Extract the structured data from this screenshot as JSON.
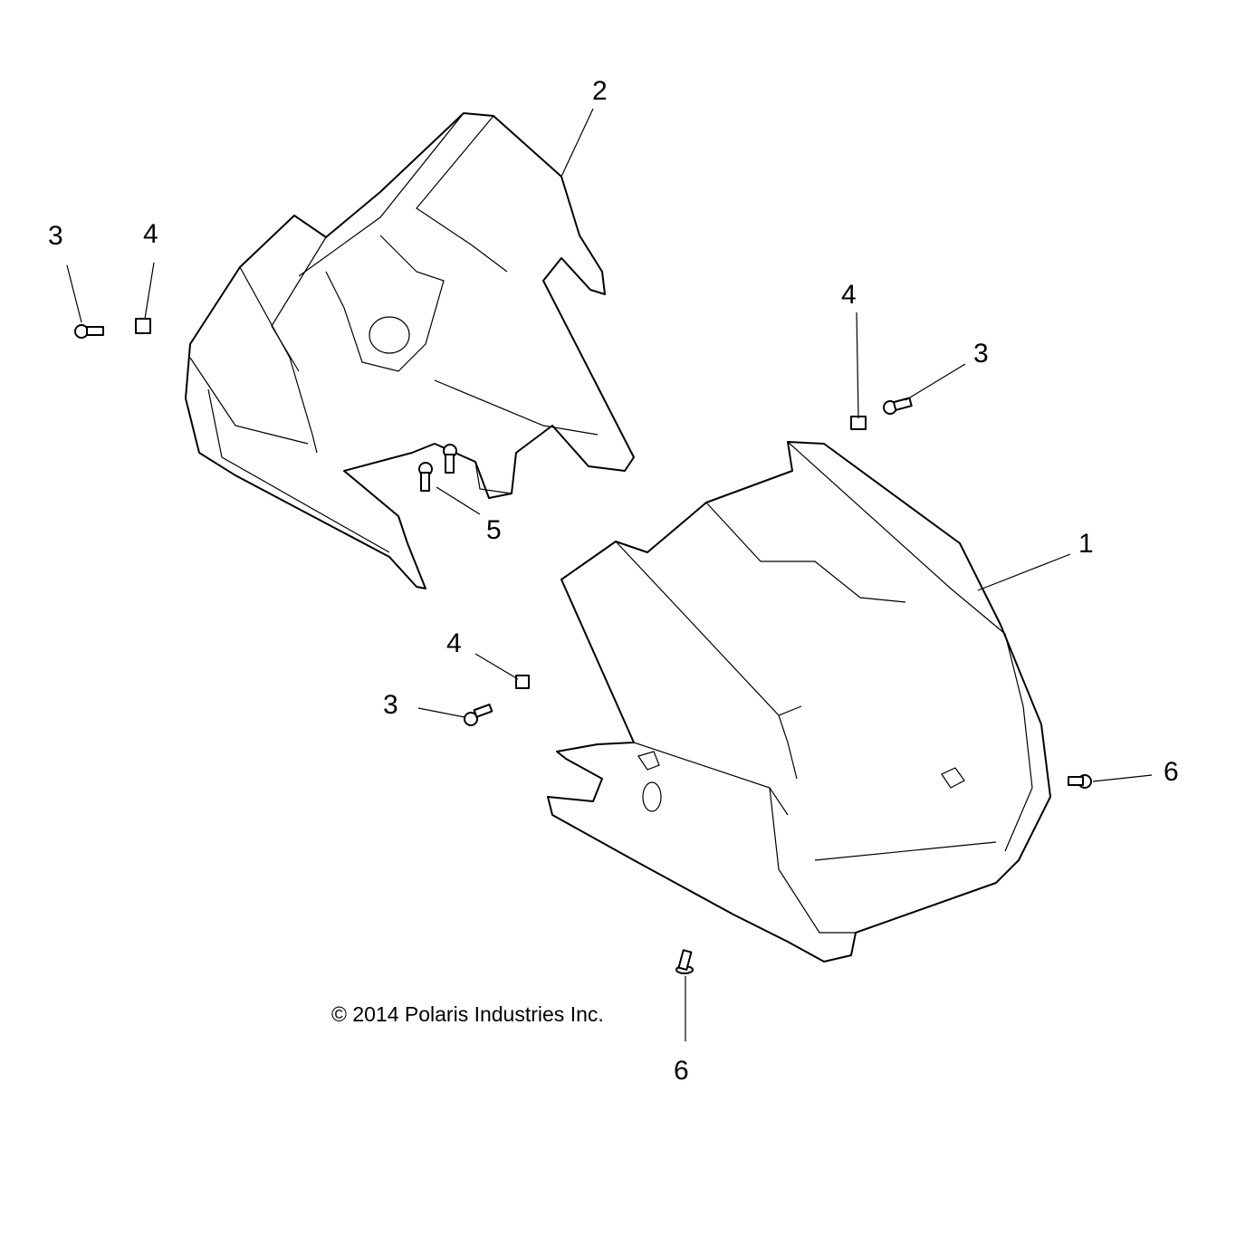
{
  "diagram": {
    "callouts": [
      {
        "id": "c2",
        "label": "2"
      },
      {
        "id": "c3a",
        "label": "3"
      },
      {
        "id": "c4a",
        "label": "4"
      },
      {
        "id": "c4b",
        "label": "4"
      },
      {
        "id": "c3b",
        "label": "3"
      },
      {
        "id": "c1",
        "label": "1"
      },
      {
        "id": "c5",
        "label": "5"
      },
      {
        "id": "c4c",
        "label": "4"
      },
      {
        "id": "c3c",
        "label": "3"
      },
      {
        "id": "c6a",
        "label": "6"
      },
      {
        "id": "c6b",
        "label": "6"
      }
    ],
    "copyright": "© 2014 Polaris Industries Inc."
  }
}
